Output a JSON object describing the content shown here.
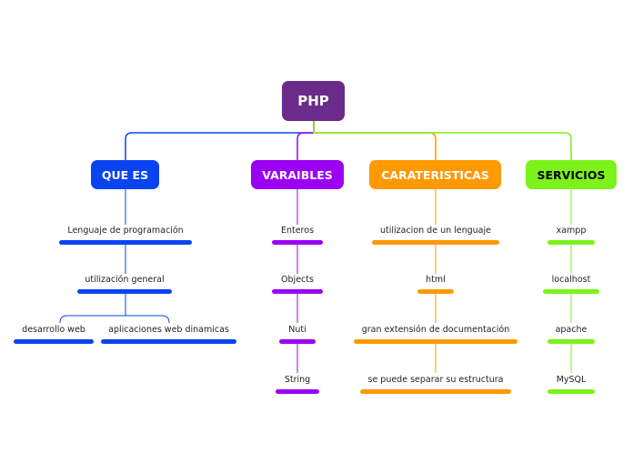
{
  "root": {
    "label": "PHP",
    "color": "#6b2b8a"
  },
  "categories": [
    {
      "label": "QUE ES",
      "color": "#0a44f2",
      "text_color": "#ffffff",
      "items": [
        "Lenguaje de programación",
        "utilización general"
      ],
      "sub_items": [
        "desarrollo web",
        "aplicaciones web dinamicas"
      ]
    },
    {
      "label": "VARAIBLES",
      "color": "#9b00f5",
      "text_color": "#ffffff",
      "items": [
        "Enteros",
        "Objects",
        "Nuti",
        "String"
      ]
    },
    {
      "label": "CARATERISTICAS",
      "color": "#ff9900",
      "text_color": "#ffffff",
      "items": [
        "utilizacion de un lenguaje",
        "html",
        "gran extensión de documentación",
        "se puede separar su estructura"
      ]
    },
    {
      "label": "SERVICIOS",
      "color": "#7cf21a",
      "text_color": "#000000",
      "items": [
        "xampp",
        "localhost",
        "apache",
        "MySQL"
      ]
    }
  ]
}
